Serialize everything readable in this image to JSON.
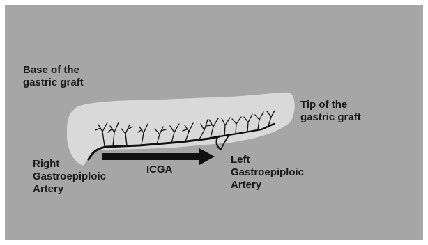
{
  "labels": {
    "base_line1": "Base of the",
    "base_line2": "gastric graft",
    "tip_line1": "Tip of the",
    "tip_line2": "gastric graft",
    "right_line1": "Right",
    "right_line2": "Gastroepiploic",
    "right_line3": "Artery",
    "left_line1": "Left",
    "left_line2": "Gastroepiploic",
    "left_line3": "Artery",
    "arrow_label": "ICGA"
  },
  "colors": {
    "background": "#a6a6a6",
    "graft": "#d9d9d9",
    "vessel": "#111111",
    "text": "#1a1a1a"
  },
  "shapes": {
    "graft": "gastric-graft-tube",
    "vessel": "gastroepiploic-arcade",
    "arrow": "flow-direction-arrow"
  }
}
